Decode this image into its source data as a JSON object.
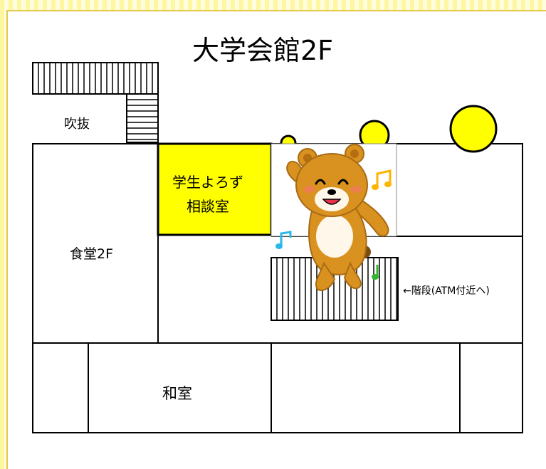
{
  "title": "大学会館2F",
  "rooms": {
    "fukinuke": "吹抜",
    "shokudo": "食堂2F",
    "yorozu_line1": "学生よろず",
    "yorozu_line2": "相談室",
    "washitsu": "和室"
  },
  "stairs_label": "←階段(ATM付近へ)",
  "colors": {
    "highlight": "#ffff00",
    "wall": "#000000",
    "bear": "#d9921f",
    "note_orange": "#ffb400",
    "note_blue": "#2ab8ea",
    "note_green": "#35b52e"
  },
  "icons": [
    "bear-mascot-icon",
    "music-note-icon",
    "thought-bubble-icon"
  ]
}
